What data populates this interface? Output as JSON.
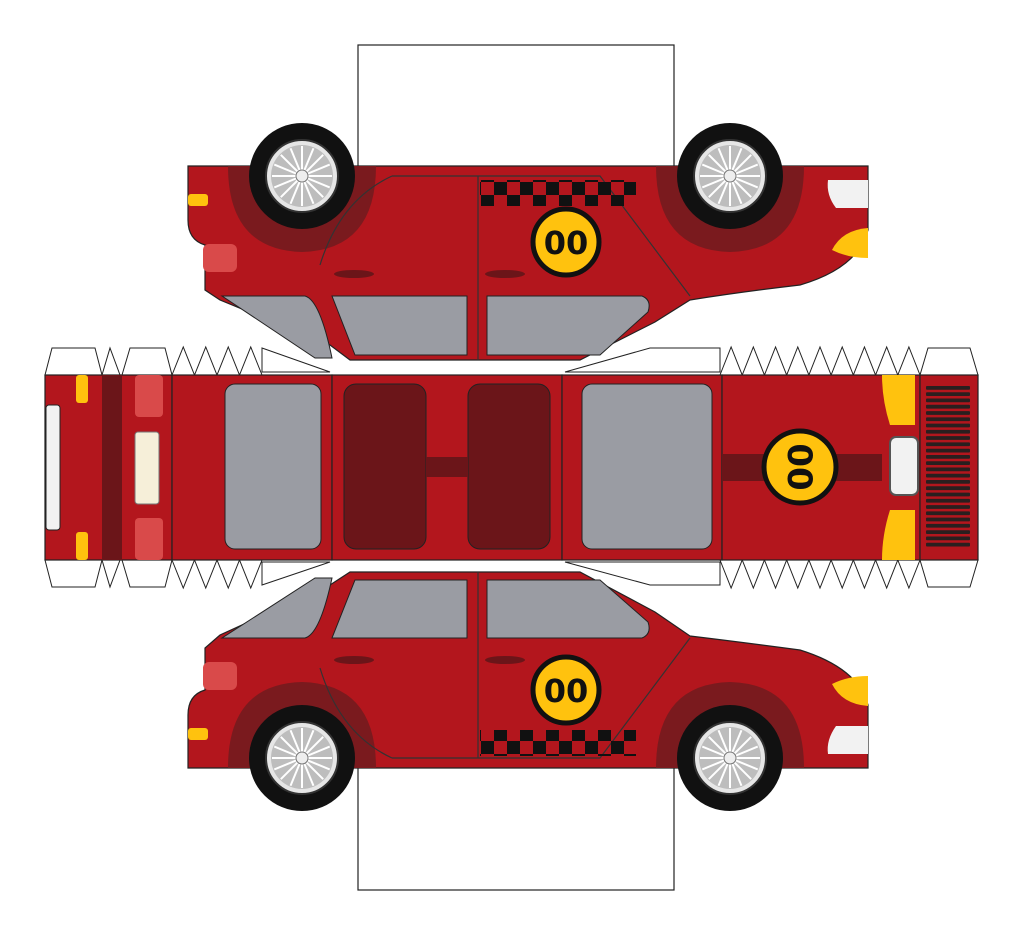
{
  "colors": {
    "body": "#b3161d",
    "body_dark": "#6b1519",
    "arch": "#7a1a1e",
    "window": "#9a9ca3",
    "glass_light": "#a3a5ac",
    "seat": "#6b1519",
    "yellow": "#ffc20e",
    "tail_light": "#d94a4a",
    "headlight": "#f2f2f2",
    "tire": "#111111",
    "rim": "#bdbdbd",
    "outline": "#222222",
    "stripe": "#6b1519",
    "grille": "#2a1f1f",
    "plate": "#f6efd9"
  },
  "badges": {
    "top_side": "00",
    "roof": "00",
    "bottom_side": "00"
  },
  "icons": [
    "wheel-icon",
    "checker-flag-icon",
    "number-badge-icon"
  ]
}
